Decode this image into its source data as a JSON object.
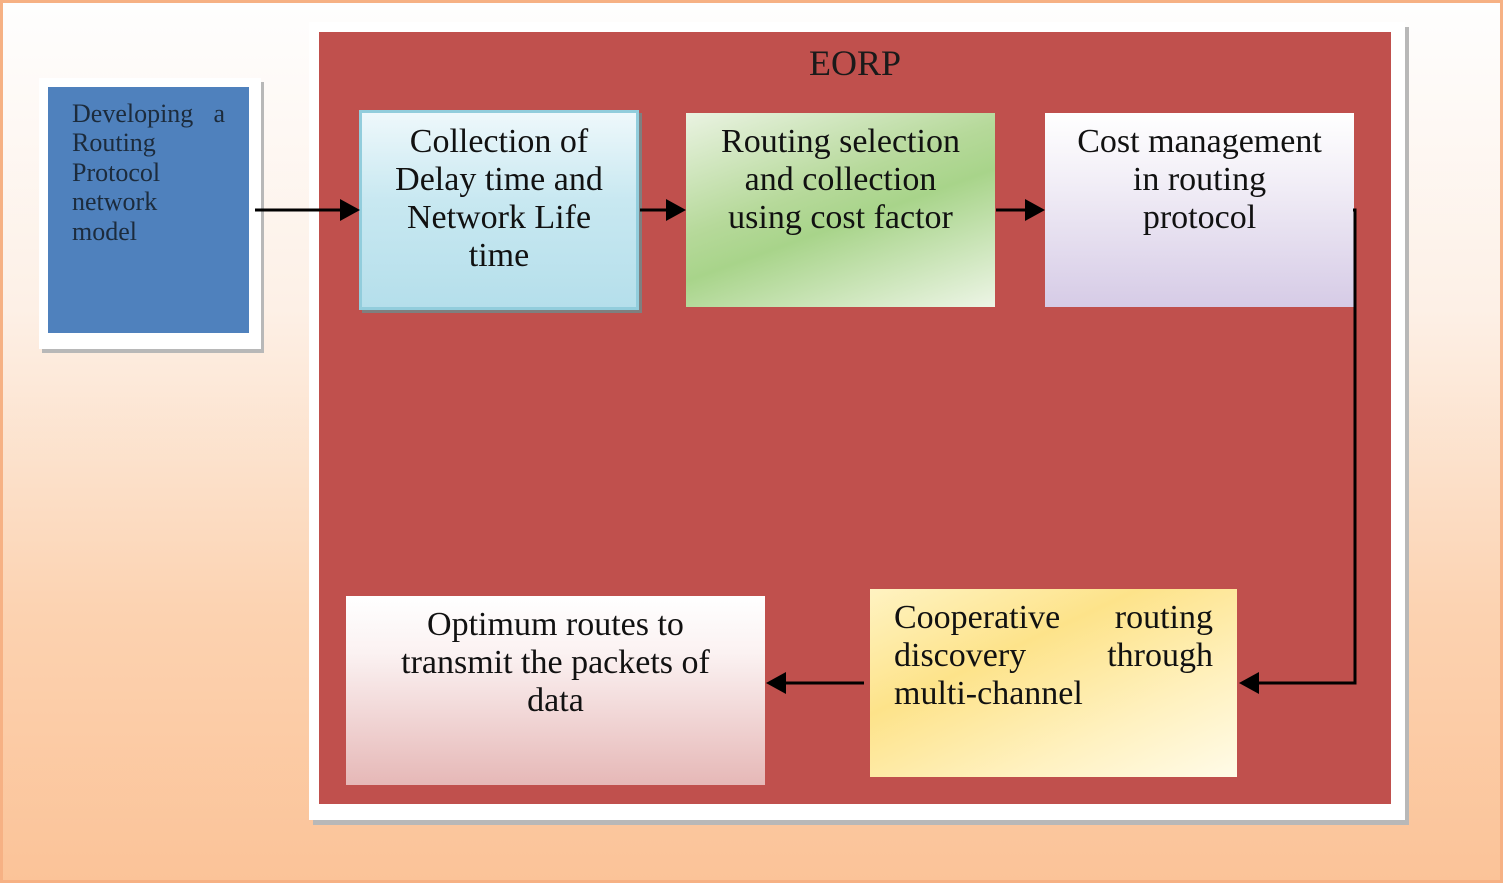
{
  "diagram": {
    "title": "EORP",
    "start_box": {
      "lines": [
        "Developing a",
        "Routing",
        "Protocol",
        "network",
        "model"
      ]
    },
    "steps": [
      {
        "id": "collection",
        "lines": [
          "Collection of",
          "Delay time and",
          "Network Life",
          "time"
        ]
      },
      {
        "id": "routing-selection",
        "lines": [
          "Routing selection",
          "and collection",
          "using cost factor"
        ]
      },
      {
        "id": "cost-management",
        "lines": [
          "Cost management",
          "in routing",
          "protocol"
        ]
      },
      {
        "id": "cooperative",
        "lines": [
          "Cooperative routing",
          "discovery through",
          "multi-channel"
        ]
      },
      {
        "id": "optimum",
        "lines": [
          "Optimum routes to",
          "transmit the packets of",
          "data"
        ]
      }
    ],
    "colors": {
      "eorp_fill": "#c0504d",
      "start_fill": "#4f81bd",
      "collection_fill": "#b5dfeb",
      "routing_fill": "#a8d48a",
      "cost_fill": "#d6cbe6",
      "cooperative_fill": "#fde38a",
      "optimum_fill": "#e6b8b7",
      "arrow": "#000000"
    }
  }
}
